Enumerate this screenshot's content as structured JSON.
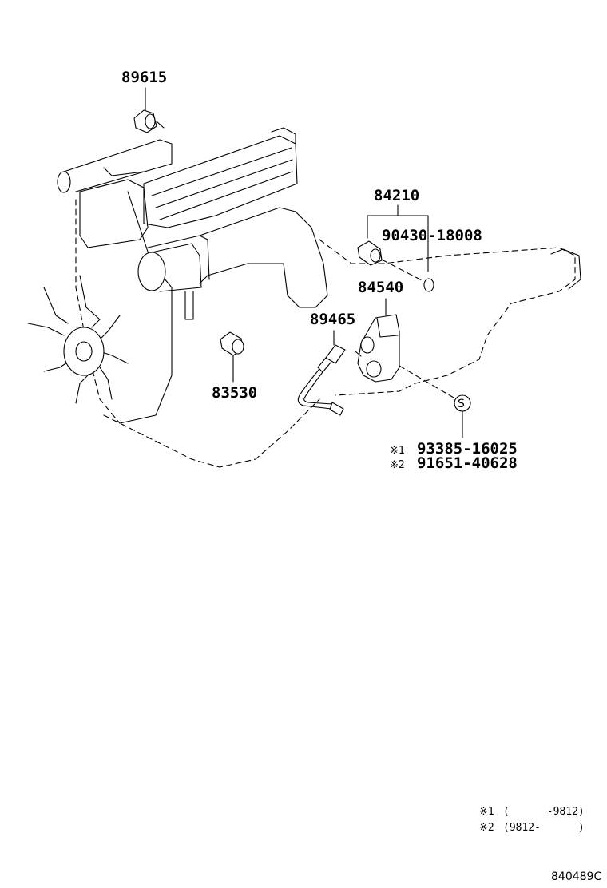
{
  "parts": {
    "p89615": "89615",
    "p84210": "84210",
    "p90430": "90430-18008",
    "p84540": "84540",
    "p89465": "89465",
    "p83530": "83530",
    "s_symbol": "S",
    "alt1_mark": "※1",
    "alt1_part": "93385-16025",
    "alt2_mark": "※2",
    "alt2_part": "91651-40628"
  },
  "footnotes": {
    "n1_mark": "※1",
    "n1_range": "(      -9812)",
    "n2_mark": "※2",
    "n2_range": "(9812-      )"
  },
  "figure_code": "840489C"
}
